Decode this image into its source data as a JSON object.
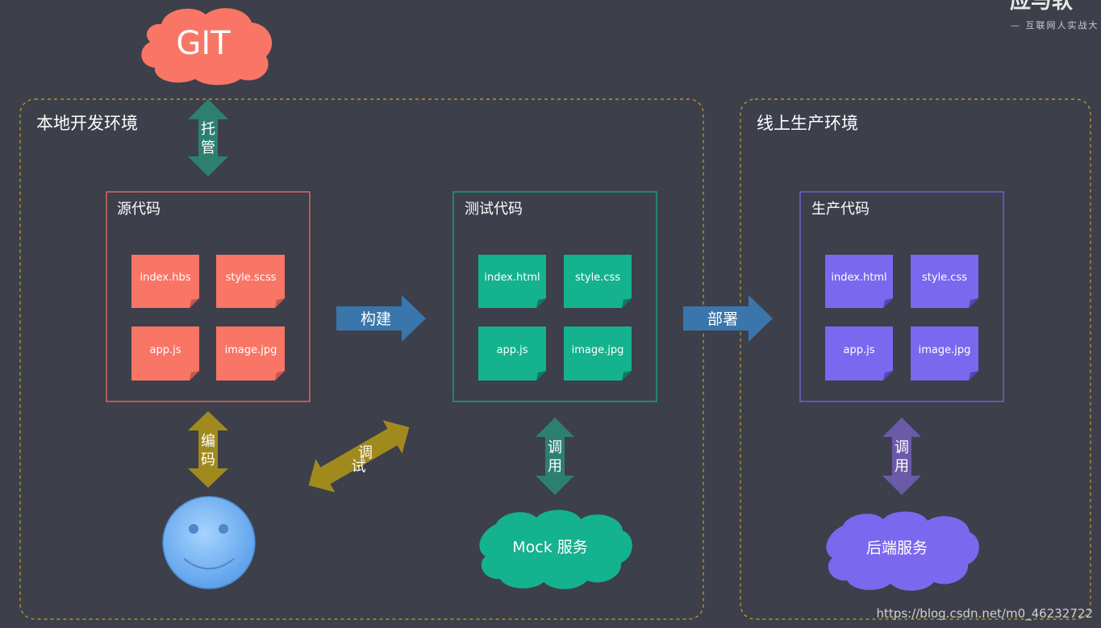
{
  "logo": {
    "text": "应与软",
    "subtitle": "— 互联网人实战大"
  },
  "git": {
    "label": "GIT",
    "arrow_label_1": "托",
    "arrow_label_2": "管"
  },
  "local_env": {
    "title": "本地开发环境",
    "source": {
      "title": "源代码",
      "files": [
        "index.hbs",
        "style.scss",
        "app.js",
        "image.jpg"
      ]
    },
    "edit_arrow": [
      "编",
      "码"
    ],
    "debug_arrow": [
      "调",
      "试"
    ]
  },
  "build_arrow": "构建",
  "test": {
    "title": "测试代码",
    "files": [
      "index.html",
      "style.css",
      "app.js",
      "image.jpg"
    ],
    "call_arrow": [
      "调",
      "用"
    ],
    "service": "Mock 服务"
  },
  "deploy_arrow": "部署",
  "prod_env": {
    "title": "线上生产环境",
    "prod": {
      "title": "生产代码",
      "files": [
        "index.html",
        "style.css",
        "app.js",
        "image.jpg"
      ]
    },
    "call_arrow": [
      "调",
      "用"
    ],
    "service": "后端服务"
  },
  "watermark": "https://blog.csdn.net/m0_46232722",
  "colors": {
    "background": "#3d3f4a",
    "source": "#f97566",
    "test": "#14b28e",
    "prod": "#7b68ee",
    "git_arrow": "#2d8070",
    "olive_arrow": "#a08a1e",
    "blue_arrow": "#3a75ab",
    "purple_arrow": "#6a5aa8",
    "smiley": "#6fb0f0"
  }
}
